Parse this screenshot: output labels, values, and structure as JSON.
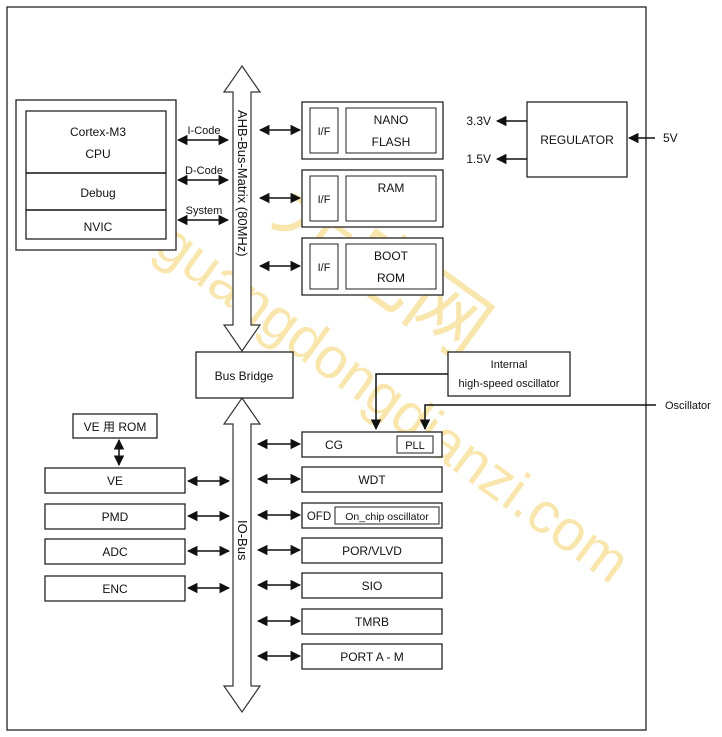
{
  "cpu": {
    "title": "Cortex-M3",
    "sub": "CPU",
    "debug": "Debug",
    "nvic": "NVIC"
  },
  "ahb": {
    "label": "AHB-Bus-Matrix (80MHz)",
    "links": {
      "icode": "I-Code",
      "dcode": "D-Code",
      "system": "System"
    }
  },
  "memory": {
    "if_label": "I/F",
    "nano_flash": [
      "NANO",
      "FLASH"
    ],
    "ram": "RAM",
    "boot_rom": [
      "BOOT",
      "ROM"
    ]
  },
  "regulator": {
    "label": "REGULATOR",
    "out_high": "3.3V",
    "out_low": "1.5V",
    "input": "5V"
  },
  "bus_bridge": "Bus Bridge",
  "io_bus": "IO-Bus",
  "osc": {
    "internal": [
      "Internal",
      "high-speed oscillator"
    ],
    "external": "Oscillator"
  },
  "left_peripherals": {
    "ve_rom": "VE 用 ROM",
    "ve": "VE",
    "pmd": "PMD",
    "adc": "ADC",
    "enc": "ENC"
  },
  "right_peripherals": {
    "cg": "CG",
    "pll": "PLL",
    "wdt": "WDT",
    "ofd": "OFD",
    "on_chip": "On_chip oscillator",
    "por": "POR/VLVD",
    "sio": "SIO",
    "tmrb": "TMRB",
    "port": "PORT A - M"
  },
  "watermark": {
    "url": "www.guangdongdianzi.com",
    "cn": "光电网"
  },
  "colors": {
    "line": "#111111",
    "watermark": "#f2c94c"
  }
}
